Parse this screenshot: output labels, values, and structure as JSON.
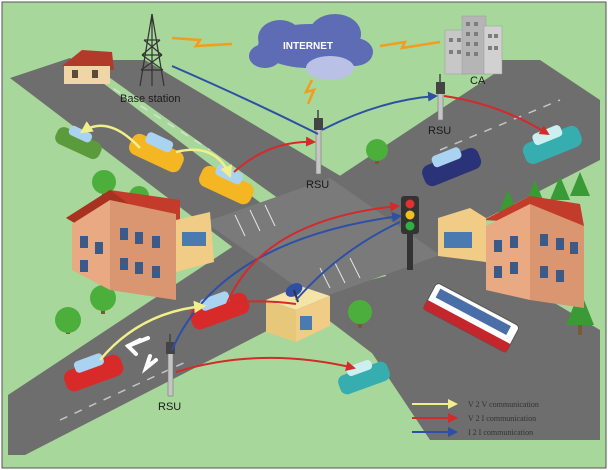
{
  "labels": {
    "internet": "INTERNET",
    "base_station": "Base station",
    "ca": "CA",
    "rsu_top": "RSU",
    "rsu_mid": "RSU",
    "rsu_bottom": "RSU"
  },
  "legend": [
    {
      "text": "V 2 V communication",
      "color": "#f2ef8a"
    },
    {
      "text": "V 2 I communication",
      "color": "#d42a2a"
    },
    {
      "text": "I 2 I communication",
      "color": "#2d4fa6"
    }
  ],
  "colors": {
    "grass": "#a7d79a",
    "road": "#6e6e6e",
    "v2v": "#f2ef8a",
    "v2i": "#d42a2a",
    "i2i": "#2d4fa6",
    "lightning": "#f39c1e",
    "cloud": "#5e6bb5"
  }
}
